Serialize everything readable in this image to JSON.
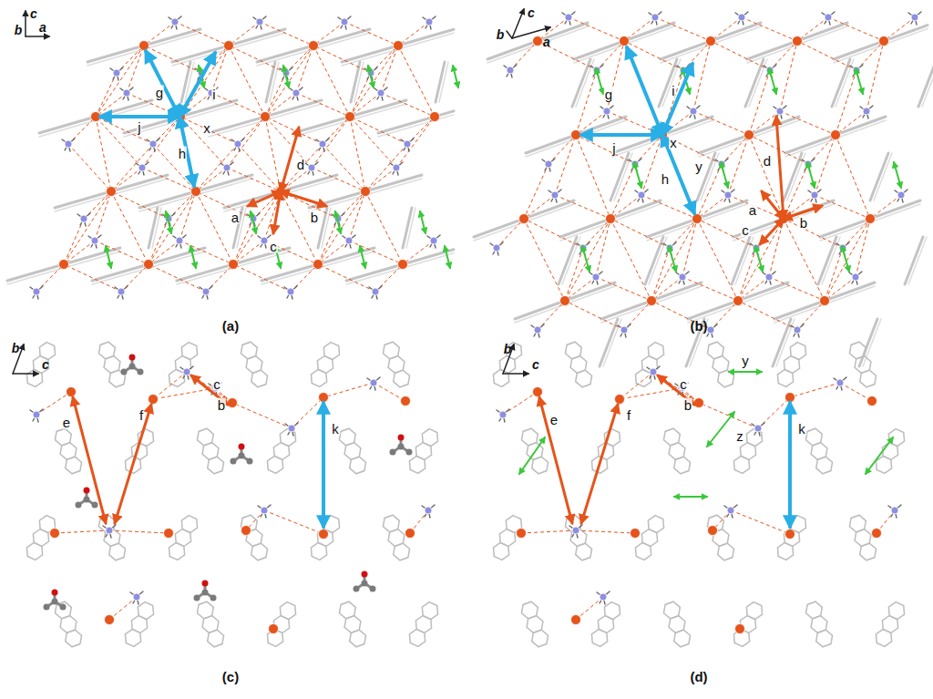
{
  "diagram": {
    "labels": [
      "c",
      "b",
      "a",
      "g",
      "i",
      "j",
      "x",
      "h",
      "d",
      "a",
      "c",
      "b",
      "c",
      "b",
      "a",
      "g",
      "i",
      "j",
      "x",
      "y",
      "h",
      "d",
      "a",
      "b",
      "c",
      "b",
      "c",
      "e",
      "f",
      "c",
      "b",
      "k",
      "b",
      "c",
      "c",
      "b",
      "y",
      "e",
      "f",
      "z",
      "k",
      "(a)",
      "(b)",
      "(c)",
      "(d)"
    ]
  }
}
